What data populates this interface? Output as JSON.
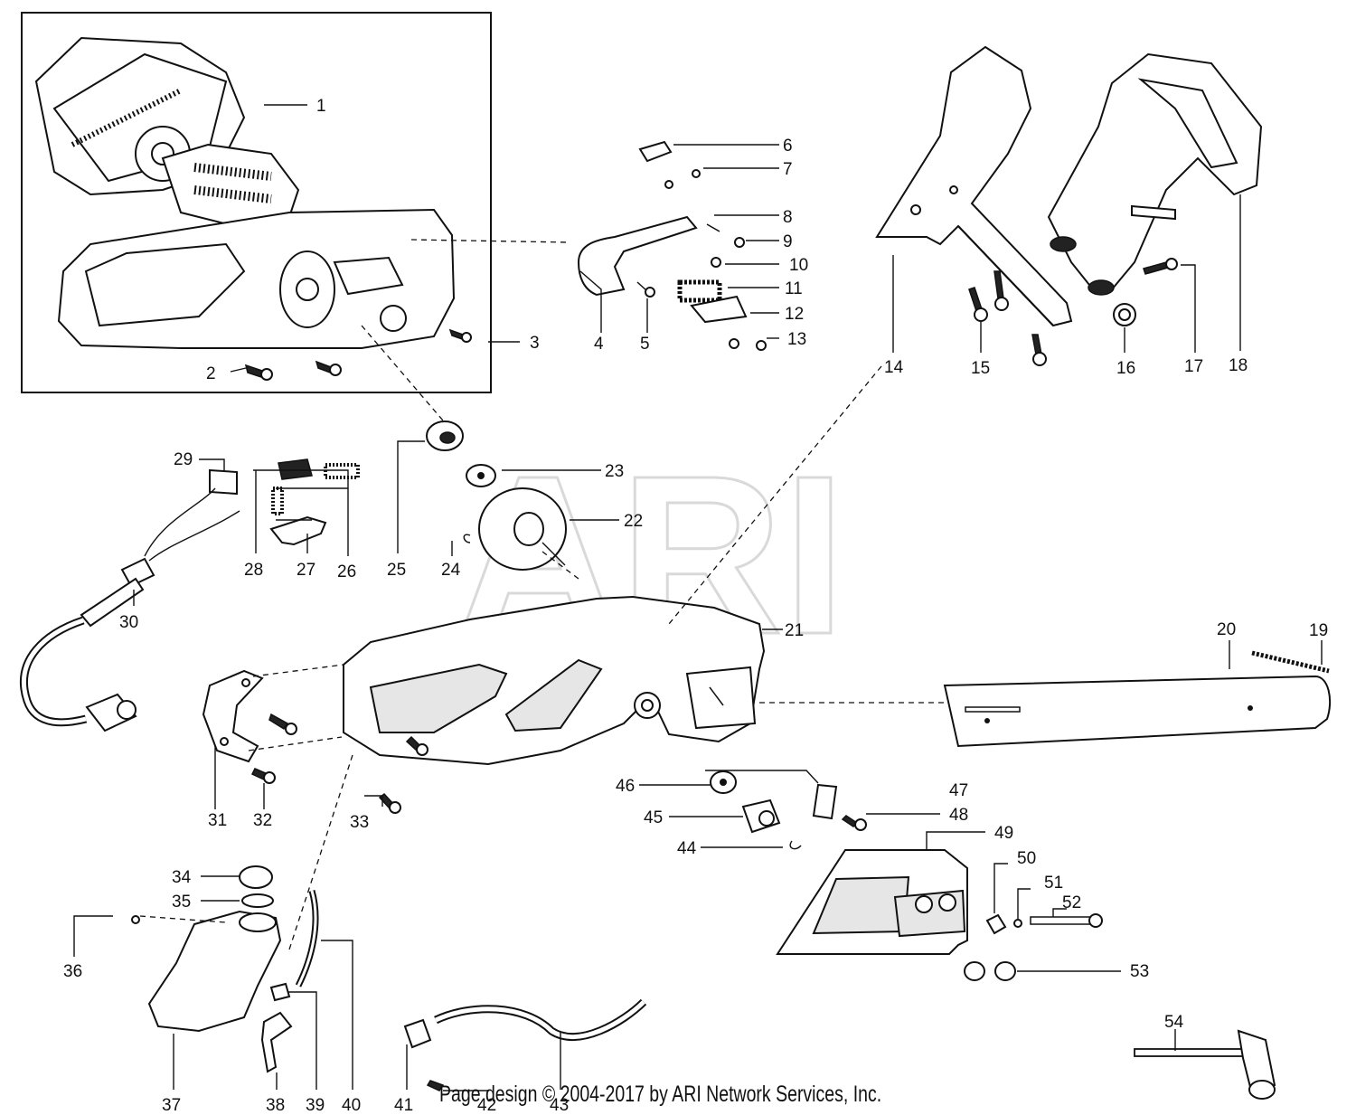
{
  "watermark": {
    "text": "ARI"
  },
  "footer": {
    "copyright": "Page design © 2004-2017 by ARI Network Services, Inc."
  },
  "callouts": {
    "c1": "1",
    "c2": "2",
    "c3": "3",
    "c4": "4",
    "c5": "5",
    "c6": "6",
    "c7": "7",
    "c8": "8",
    "c9": "9",
    "c10": "10",
    "c11": "11",
    "c12": "12",
    "c13": "13",
    "c14": "14",
    "c15": "15",
    "c16": "16",
    "c17": "17",
    "c18": "18",
    "c19": "19",
    "c20": "20",
    "c21": "21",
    "c22": "22",
    "c23": "23",
    "c24": "24",
    "c25": "25",
    "c26": "26",
    "c27": "27",
    "c28": "28",
    "c29": "29",
    "c30": "30",
    "c31": "31",
    "c32": "32",
    "c33": "33",
    "c34": "34",
    "c35": "35",
    "c36": "36",
    "c37": "37",
    "c38": "38",
    "c39": "39",
    "c40": "40",
    "c41": "41",
    "c42": "42",
    "c43": "43",
    "c44": "44",
    "c45": "45",
    "c46": "46",
    "c47": "47",
    "c48": "48",
    "c49": "49",
    "c50": "50",
    "c51": "51",
    "c52": "52",
    "c53": "53",
    "c54": "54"
  }
}
